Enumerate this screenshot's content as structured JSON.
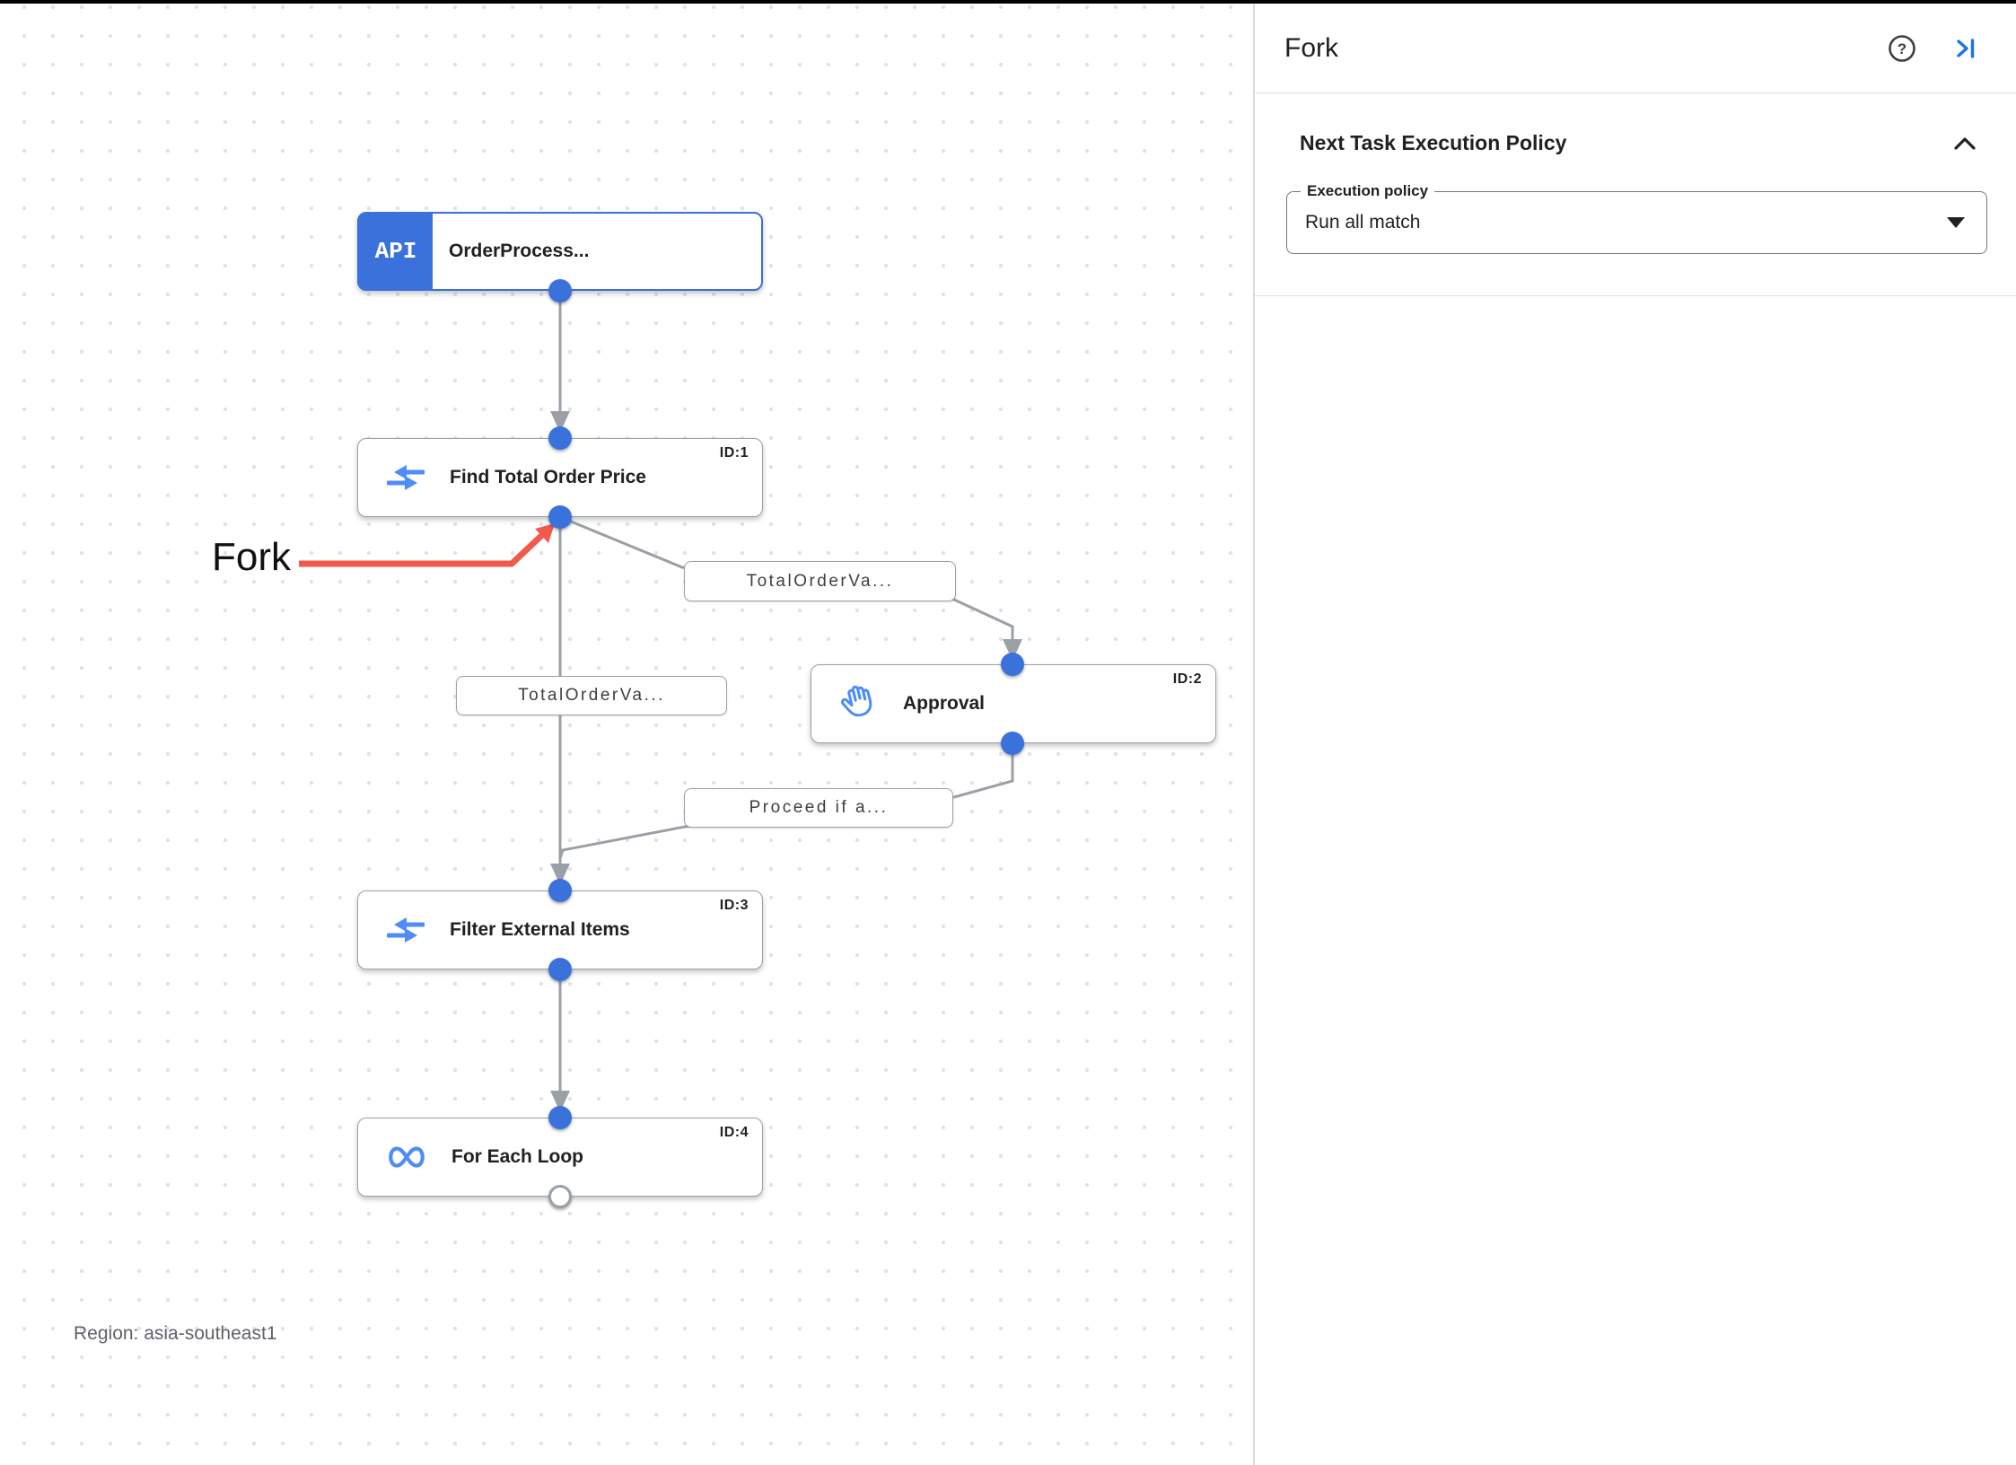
{
  "panel": {
    "title": "Fork",
    "help_icon": "help-circle-icon",
    "collapse_icon": "keyboard-tab-icon",
    "section": {
      "title": "Next Task Execution Policy",
      "collapse_icon": "chevron-up-icon",
      "field_label": "Execution policy",
      "field_value": "Run all match"
    }
  },
  "canvas": {
    "annotation_text": "Fork",
    "region_label": "Region: asia-southeast1",
    "nodes": [
      {
        "badge": "API",
        "title": "OrderProcess...",
        "id_label": "",
        "icon": "api-trigger-badge"
      },
      {
        "title": "Find Total Order Price",
        "id_label": "ID:1",
        "icon": "data-mapping-icon"
      },
      {
        "title": "Approval",
        "id_label": "ID:2",
        "icon": "approval-hand-icon"
      },
      {
        "title": "Filter External Items",
        "id_label": "ID:3",
        "icon": "data-mapping-icon"
      },
      {
        "title": "For Each Loop",
        "id_label": "ID:4",
        "icon": "for-each-loop-icon"
      }
    ],
    "edge_labels": [
      "TotalOrderVa...",
      "TotalOrderVa...",
      "Proceed if a..."
    ],
    "colors": {
      "accent_blue": "#3a71da",
      "icon_blue": "#4e8cf7",
      "edge_gray": "#9aa0a6",
      "annotation_red": "#f0594c"
    }
  }
}
